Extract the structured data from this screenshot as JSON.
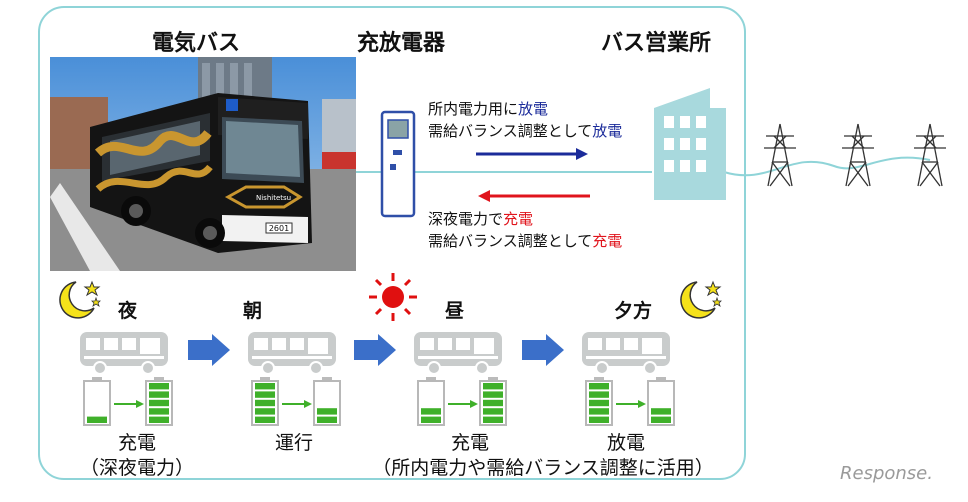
{
  "headers": {
    "bus": "電気バス",
    "charger": "充放電器",
    "office": "バス営業所"
  },
  "discharge_note": {
    "line1_prefix": "所内電力用に",
    "line1_hl": "放電",
    "line2_prefix": "需給バランス調整として",
    "line2_hl": "放電"
  },
  "charge_note": {
    "line1_prefix": "深夜電力で",
    "line1_hl": "充電",
    "line2_prefix": "需給バランス調整として",
    "line2_hl": "充電"
  },
  "bus_plate": "2601",
  "bus_brand": "Nishitetsu",
  "stages": [
    {
      "time": "夜",
      "icon": "moon-icon",
      "battery_from": 0.2,
      "battery_to": 1.0
    },
    {
      "time": "朝",
      "icon": "none",
      "battery_from": 1.0,
      "battery_to": 0.4
    },
    {
      "time": "昼",
      "icon": "sun-icon",
      "battery_from": 0.4,
      "battery_to": 1.0
    },
    {
      "time": "夕方",
      "icon": "moon-icon",
      "battery_from": 1.0,
      "battery_to": 0.4
    }
  ],
  "captions": {
    "night_line1": "充電",
    "night_line2": "（深夜電力）",
    "morning": "運行",
    "day_line1": "充電",
    "day_line2": "（所内電力や需給バランス調整に活用）",
    "evening": "放電"
  },
  "watermark": "Response.",
  "colors": {
    "frame": "#8fd4d8",
    "discharge_arrow": "#1b2b9a",
    "charge_arrow": "#e0141c",
    "building": "#a8d9dd",
    "stage_arrow": "#3b6fc9",
    "battery_green": "#3fb02a",
    "bus_icon": "#c9cccc"
  }
}
